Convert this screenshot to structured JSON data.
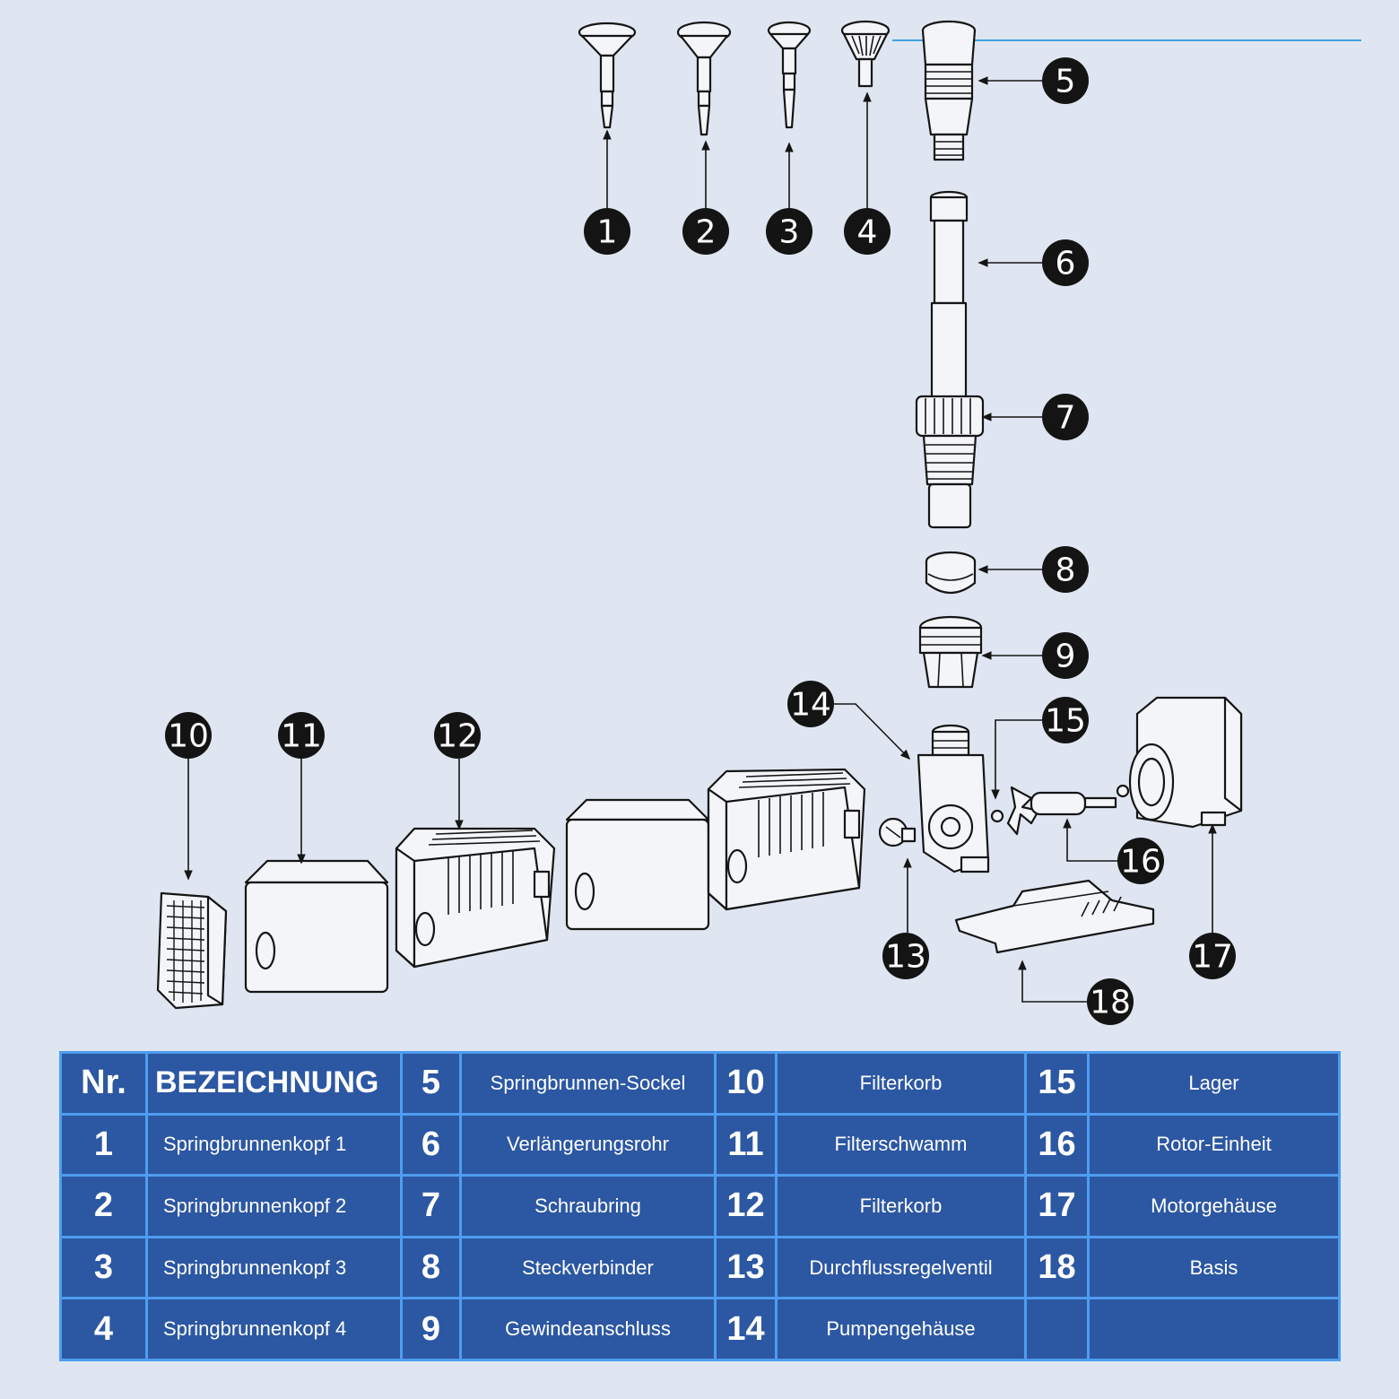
{
  "callouts": [
    "1",
    "2",
    "3",
    "4",
    "5",
    "6",
    "7",
    "8",
    "9",
    "10",
    "11",
    "12",
    "13",
    "14",
    "15",
    "16",
    "17",
    "18"
  ],
  "table": {
    "header": {
      "nr": "Nr.",
      "bezeichnung": "BEZEICHNUNG"
    },
    "rows": [
      [
        {
          "nr": "",
          "name": ""
        },
        {
          "nr": "5",
          "name": "Springbrunnen-Sockel"
        },
        {
          "nr": "10",
          "name": "Filterkorb"
        },
        {
          "nr": "15",
          "name": "Lager"
        }
      ],
      [
        {
          "nr": "1",
          "name": "Springbrunnenkopf 1"
        },
        {
          "nr": "6",
          "name": "Verlängerungsrohr"
        },
        {
          "nr": "11",
          "name": "Filterschwamm"
        },
        {
          "nr": "16",
          "name": "Rotor-Einheit"
        }
      ],
      [
        {
          "nr": "2",
          "name": "Springbrunnenkopf 2"
        },
        {
          "nr": "7",
          "name": "Schraubring"
        },
        {
          "nr": "12",
          "name": "Filterkorb"
        },
        {
          "nr": "17",
          "name": "Motorgehäuse"
        }
      ],
      [
        {
          "nr": "3",
          "name": "Springbrunnenkopf 3"
        },
        {
          "nr": "8",
          "name": "Steckverbinder"
        },
        {
          "nr": "13",
          "name": "Durchflussregelventil"
        },
        {
          "nr": "18",
          "name": "Basis"
        }
      ],
      [
        {
          "nr": "4",
          "name": "Springbrunnenkopf 4"
        },
        {
          "nr": "9",
          "name": "Gewindeanschluss"
        },
        {
          "nr": "14",
          "name": "Pumpengehäuse"
        },
        {
          "nr": "",
          "name": ""
        }
      ]
    ]
  },
  "colors": {
    "background": "#dfe6f1",
    "table_fill": "#2c57a2",
    "table_border": "#4e9df0",
    "callout_fill": "#141414",
    "accent_line": "#3fa3e0"
  }
}
